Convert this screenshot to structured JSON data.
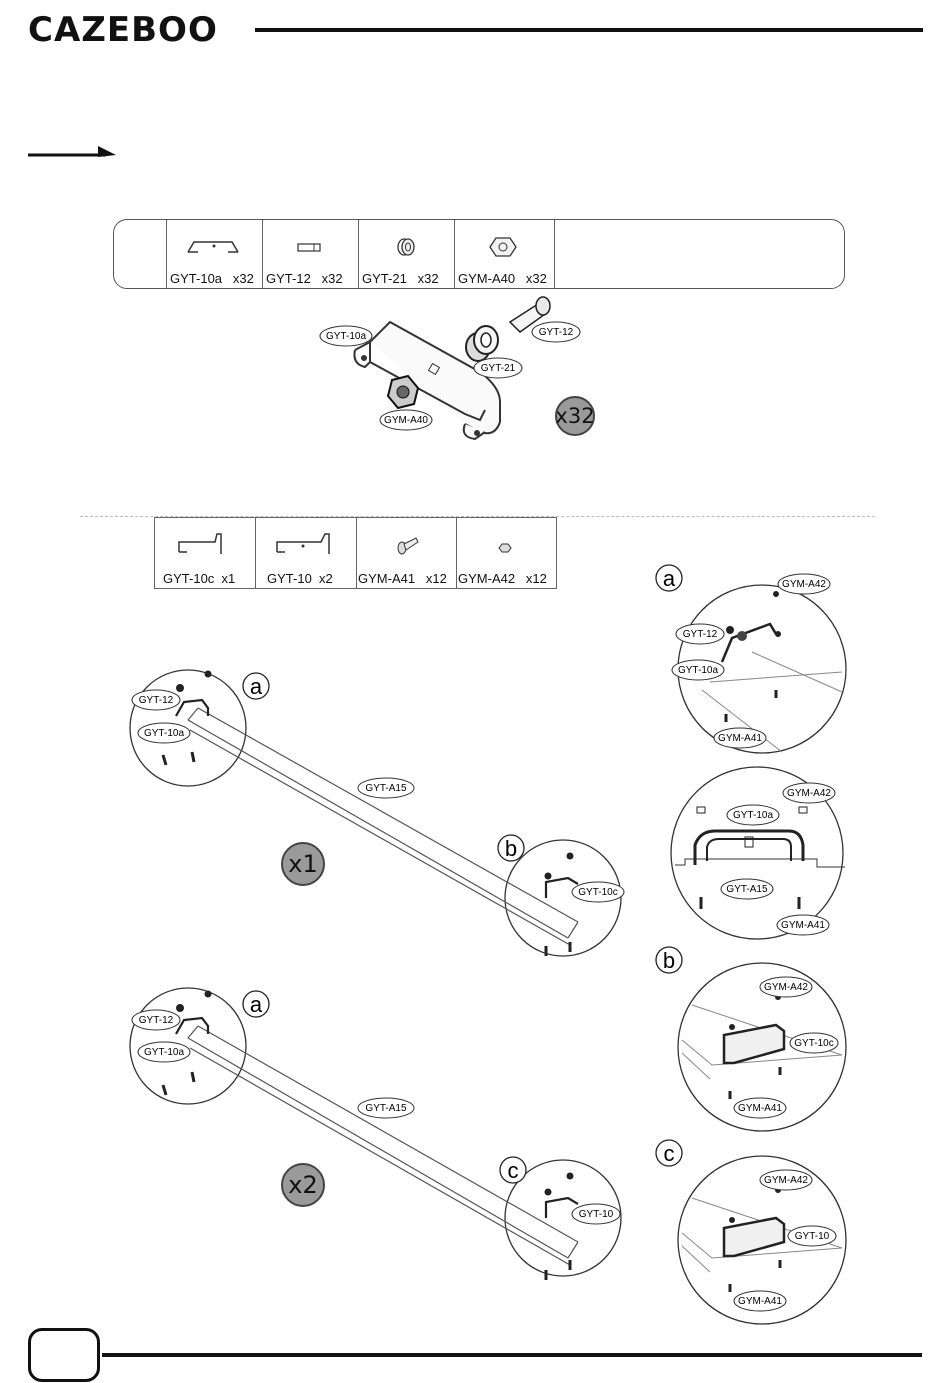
{
  "header": {
    "logo": "CAZEBOO"
  },
  "step1": {
    "parts": [
      {
        "code": "GYT-10a",
        "qty": "x32",
        "icon": "bracket-icon"
      },
      {
        "code": "GYT-12",
        "qty": "x32",
        "icon": "pin-icon"
      },
      {
        "code": "GYT-21",
        "qty": "x32",
        "icon": "bushing-icon"
      },
      {
        "code": "GYM-A40",
        "qty": "x32",
        "icon": "nut-icon"
      }
    ],
    "labels": {
      "bracket": "GYT-10a",
      "pin": "GYT-12",
      "bushing": "GYT-21",
      "nut": "GYM-A40"
    },
    "multiplier": "x32"
  },
  "step2": {
    "parts": [
      {
        "code": "GYT-10c",
        "qty": "x1",
        "icon": "bracket-icon"
      },
      {
        "code": "GYT-10",
        "qty": "x2",
        "icon": "bracket-icon"
      },
      {
        "code": "GYM-A41",
        "qty": "x12",
        "icon": "bolt-icon"
      },
      {
        "code": "GYM-A42",
        "qty": "x12",
        "icon": "small-nut-icon"
      }
    ],
    "assembly1": {
      "beam": "GYT-A15",
      "pin": "GYT-12",
      "bracket": "GYT-10a",
      "end_bracket": "GYT-10c",
      "marker_a": "a",
      "marker_b": "b",
      "multiplier": "x1"
    },
    "assembly2": {
      "beam": "GYT-A15",
      "pin": "GYT-12",
      "bracket": "GYT-10a",
      "end_bracket": "GYT-10",
      "marker_a": "a",
      "marker_c": "c",
      "multiplier": "x2"
    },
    "detail_a": {
      "marker": "a",
      "nut": "GYM-A42",
      "pin": "GYT-12",
      "bracket": "GYT-10a",
      "bolt": "GYM-A41"
    },
    "detail_a2": {
      "nut": "GYM-A42",
      "bracket": "GYT-10a",
      "beam": "GYT-A15",
      "bolt": "GYM-A41"
    },
    "detail_b": {
      "marker": "b",
      "nut": "GYM-A42",
      "bracket": "GYT-10c",
      "bolt": "GYM-A41"
    },
    "detail_c": {
      "marker": "c",
      "nut": "GYM-A42",
      "bracket": "GYT-10",
      "bolt": "GYM-A41"
    }
  }
}
